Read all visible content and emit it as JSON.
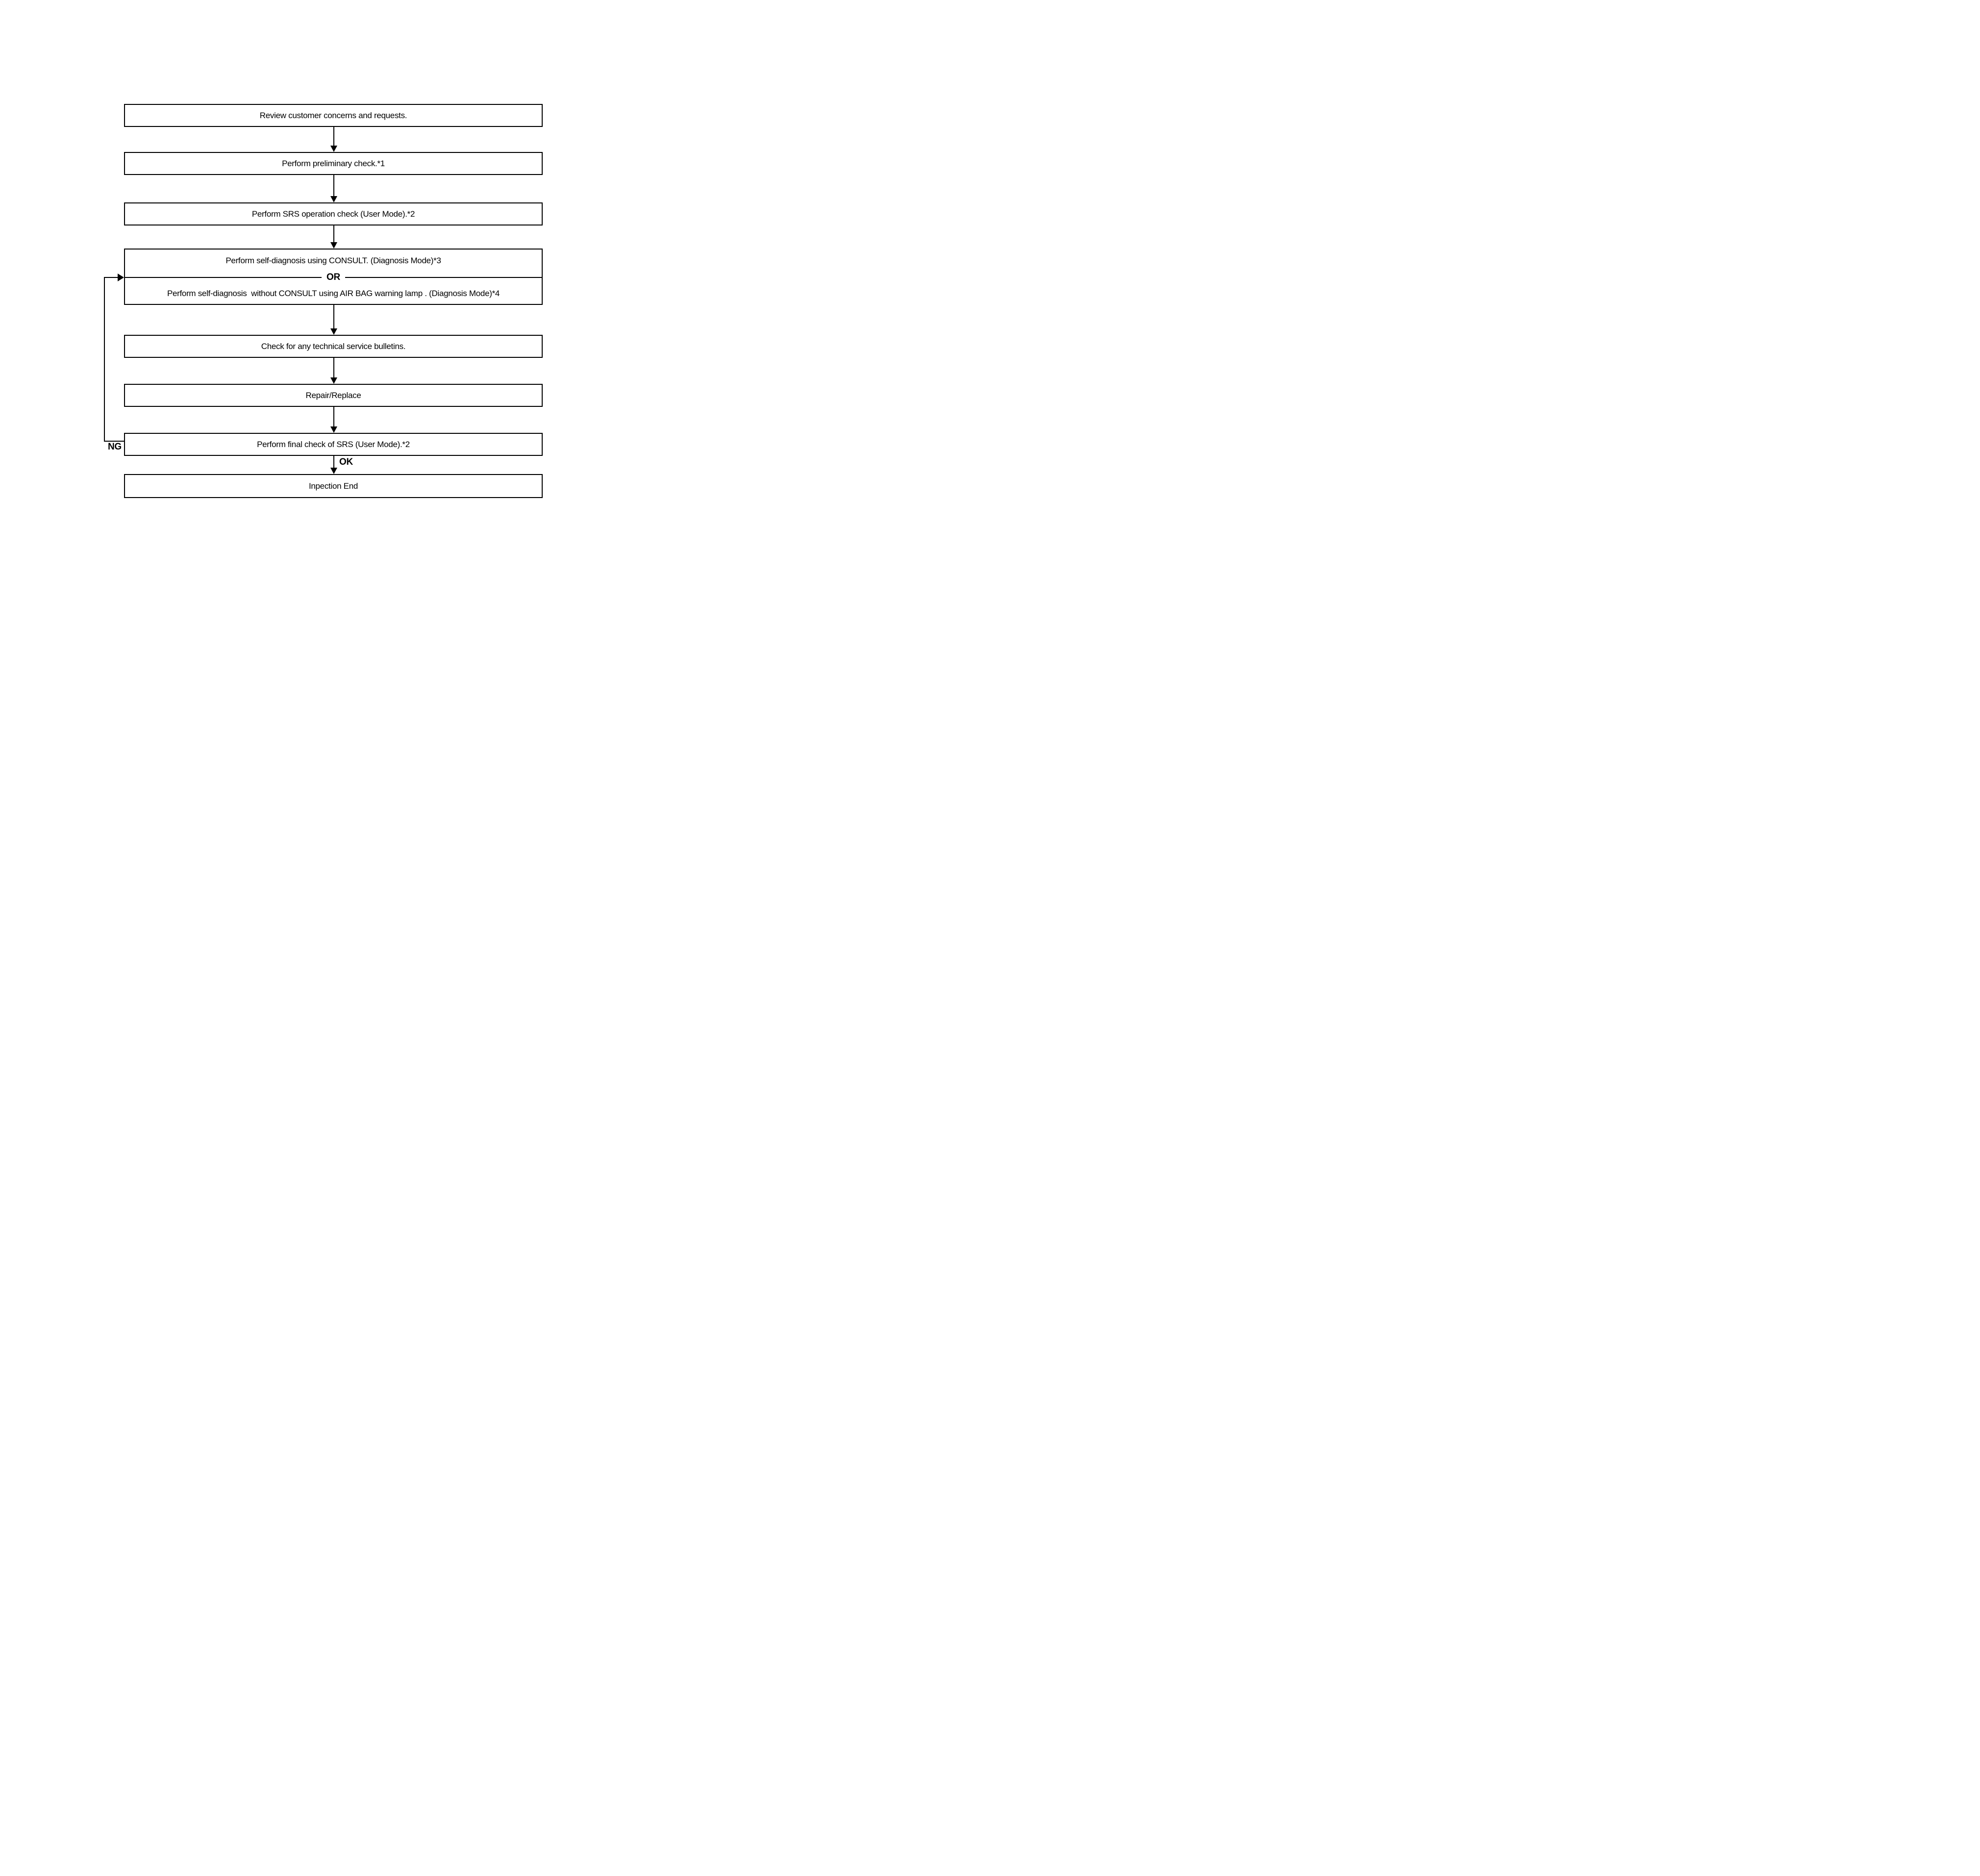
{
  "page": {
    "background": "#ffffff",
    "line_color": "#000000"
  },
  "flowchart": {
    "boxes": [
      {
        "label": "Review customer concerns and requests."
      },
      {
        "label": "Perform preliminary check.*1"
      },
      {
        "label": "Perform SRS operation check (User Mode).*2"
      },
      {
        "line1": "Perform self-diagnosis using CONSULT. (Diagnosis Mode)*3",
        "divider": "OR",
        "line2": "Perform self-diagnosis  without CONSULT using AIR BAG warning lamp . (Diagnosis Mode)*4"
      },
      {
        "label": "Check for any technical service bulletins."
      },
      {
        "label": "Repair/Replace"
      },
      {
        "label": "Perform final check of SRS (User Mode).*2"
      },
      {
        "label": "Inpection End"
      }
    ],
    "labels": {
      "ng": "NG",
      "ok": "OK"
    }
  }
}
